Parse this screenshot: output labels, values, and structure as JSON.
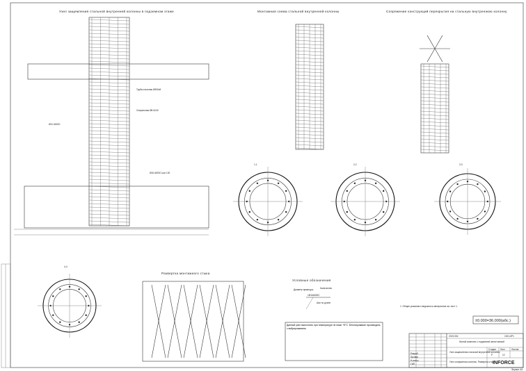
{
  "titles": {
    "node": "Узел защемления стальной внутренней колонны в подземном этаже",
    "mount": "Монтажная схема стальной внутренней колонны",
    "junction": "Сопряжение конструкций перекрытия на стальную внутреннюю колонну",
    "unfold": "Развертка монтажного стыка",
    "legend": "Условные обозначения"
  },
  "sections": [
    "1-1",
    "2-2",
    "3-3",
    "4-4"
  ],
  "callouts": {
    "rebar": "Ø12 А500С",
    "spiral": "Спиральная Ø8 А240",
    "pipe": "Труба стальная Ø530x8",
    "mark": "Ø16 А500С шаг 100"
  },
  "legend": {
    "diameter": "Диаметр арматуры",
    "center": "1Ø16А500С",
    "step": "Шаг по длине",
    "count": "Количество"
  },
  "notes": {
    "note1": "1. Общие указания и ведомость материалов см. лист 1.",
    "boxed": "Данный узел выполнить при температуре не ниже +5°С. Бетонирование производить с вибрированием."
  },
  "elevation": "±0.000=36.000(абс.)",
  "title_block": {
    "code": "2019-054",
    "code2": "1001-КР1",
    "object": "Жилой комплекс с подземной автостоянкой",
    "sheet_name": "Узел защемления стальной внутренней колонны",
    "drawing_name": "Узел сопряжения колонны. Развертка стыка",
    "stage_label": "Стадия",
    "sheet_label": "Лист",
    "sheets_label": "Листов",
    "stage": "Р",
    "sheet": "12",
    "logo": "INFORCE",
    "format": "Формат А3",
    "roles": [
      "Разраб.",
      "Провер.",
      "Н.контр.",
      "ГИП"
    ]
  }
}
